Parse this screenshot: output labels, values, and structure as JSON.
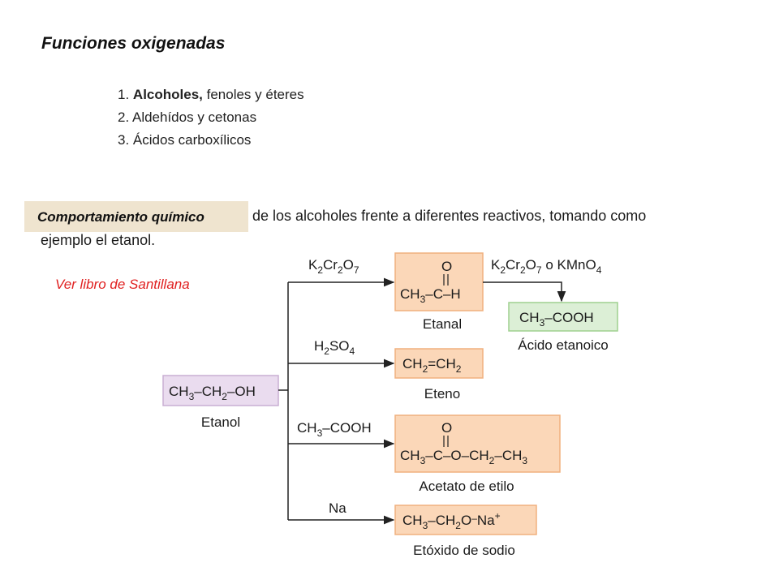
{
  "title": "Funciones oxigenadas",
  "topics": [
    {
      "number": "1.",
      "bold": "Alcoholes,",
      "rest": " fenoles y éteres"
    },
    {
      "number": "2.",
      "bold": "",
      "rest": "Aldehídos y cetonas"
    },
    {
      "number": "3.",
      "bold": "",
      "rest": "Ácidos carboxílicos"
    }
  ],
  "badge_label": "Comportamiento químico",
  "description_line1": "de los alcoholes frente a diferentes reactivos, tomando como",
  "description_line2": "ejemplo el etanol.",
  "reference_text": "Ver libro de Santillana",
  "colors": {
    "badge_bg": "#efe4cf",
    "ethanol_box": "#eadcef",
    "product_box": "#fbd7b8",
    "acid_box": "#dcefd6",
    "reference_text": "#e02020"
  },
  "diagram": {
    "reactant": {
      "label": "Etanol"
    },
    "reagents": {
      "oxidant": "K2Cr2O7",
      "second_oxidant": "K2Cr2O7 o KMnO4",
      "sulfuric": "H2SO4",
      "acetic": "CH3–COOH",
      "sodium": "Na"
    },
    "products": {
      "ethanal": "Etanal",
      "ethanoic_acid": "Ácido etanoico",
      "ethene": "Eteno",
      "ethyl_acetate": "Acetato de etilo",
      "sodium_ethoxide": "Etóxido de sodio"
    }
  }
}
